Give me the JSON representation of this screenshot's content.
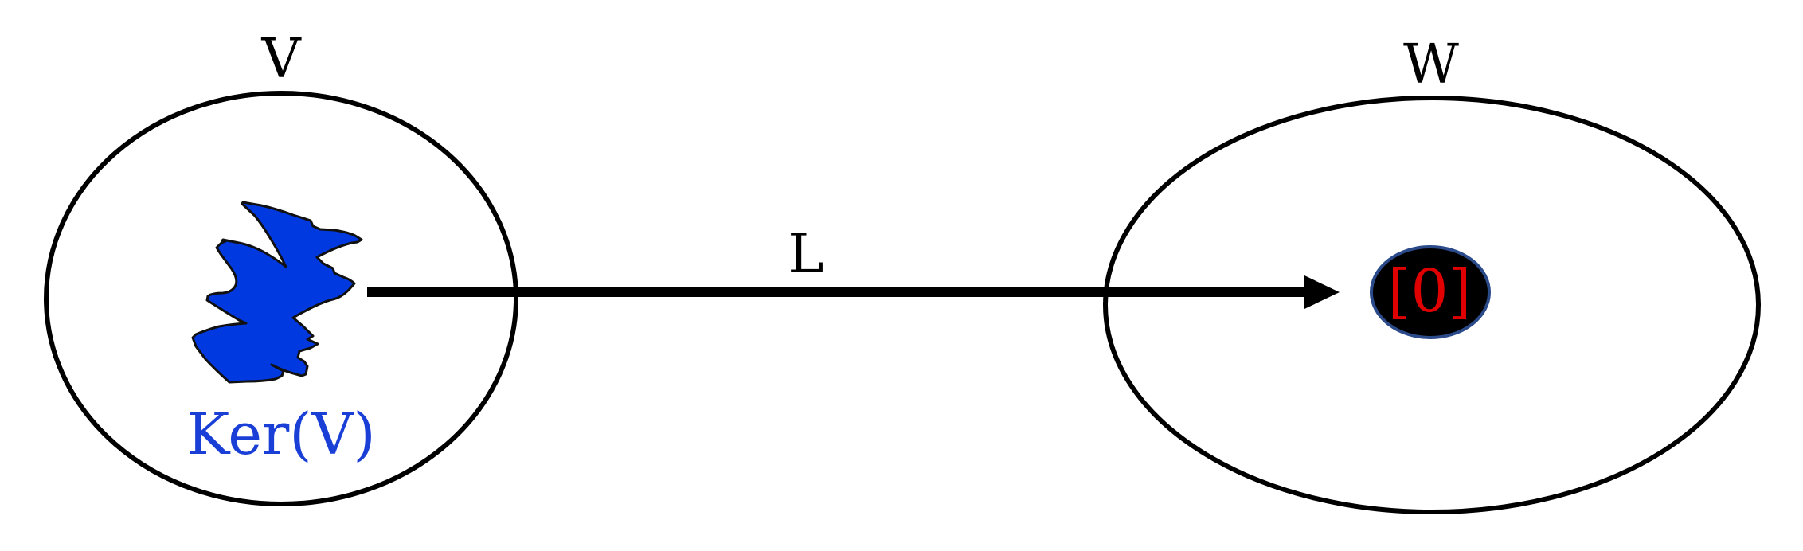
{
  "diagram": {
    "domain_label": "V",
    "codomain_label": "W",
    "map_label": "L",
    "kernel_label": "Ker(V)",
    "zero_label": "[0]"
  },
  "colors": {
    "outline": "#000000",
    "kernel_fill": "#0039e0",
    "kernel_text": "#1a3fd6",
    "zero_fill": "#000000",
    "zero_border": "#2b4a8a",
    "zero_text": "#e00000"
  },
  "icons": {
    "kernel_region": "irregular-blob",
    "mapping_arrow": "arrow-right"
  }
}
